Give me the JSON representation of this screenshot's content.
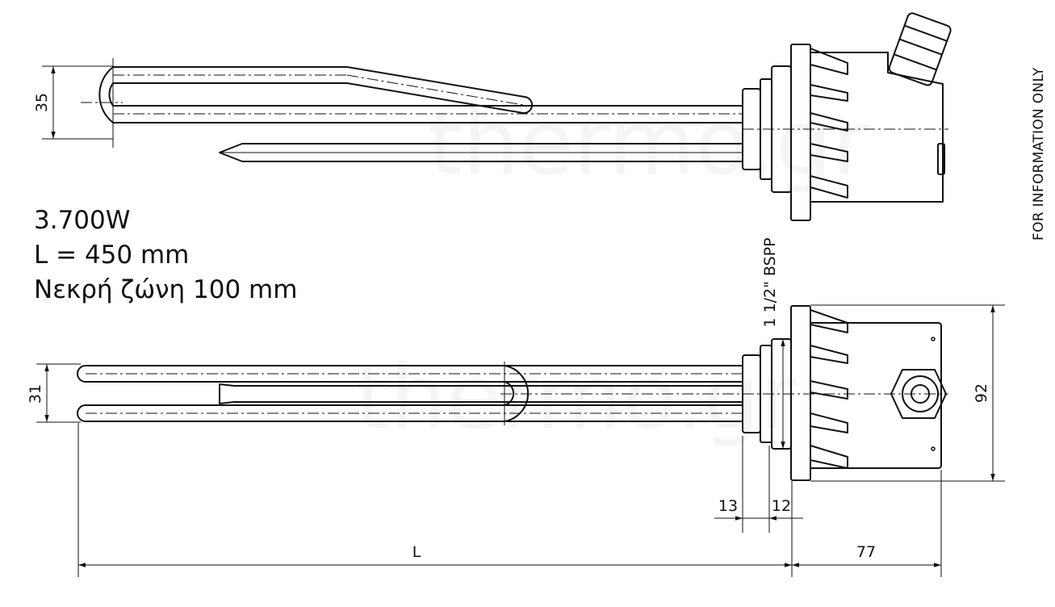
{
  "specs": {
    "power": "3.700W",
    "length": "L = 450 mm",
    "dead_zone": "Νεκρή ζώνη 100 mm"
  },
  "side_note": "FOR INFORMATION ONLY",
  "watermark": "thermo.gr",
  "dimensions": {
    "top_loop_height": "35",
    "bottom_loop_height": "31",
    "thread": "1 1/2\" BSPP",
    "housing_height": "92",
    "nut_width": "13",
    "flange_width": "12",
    "length_label": "L",
    "housing_length": "77"
  },
  "colors": {
    "line": "#111111",
    "background": "#ffffff"
  }
}
